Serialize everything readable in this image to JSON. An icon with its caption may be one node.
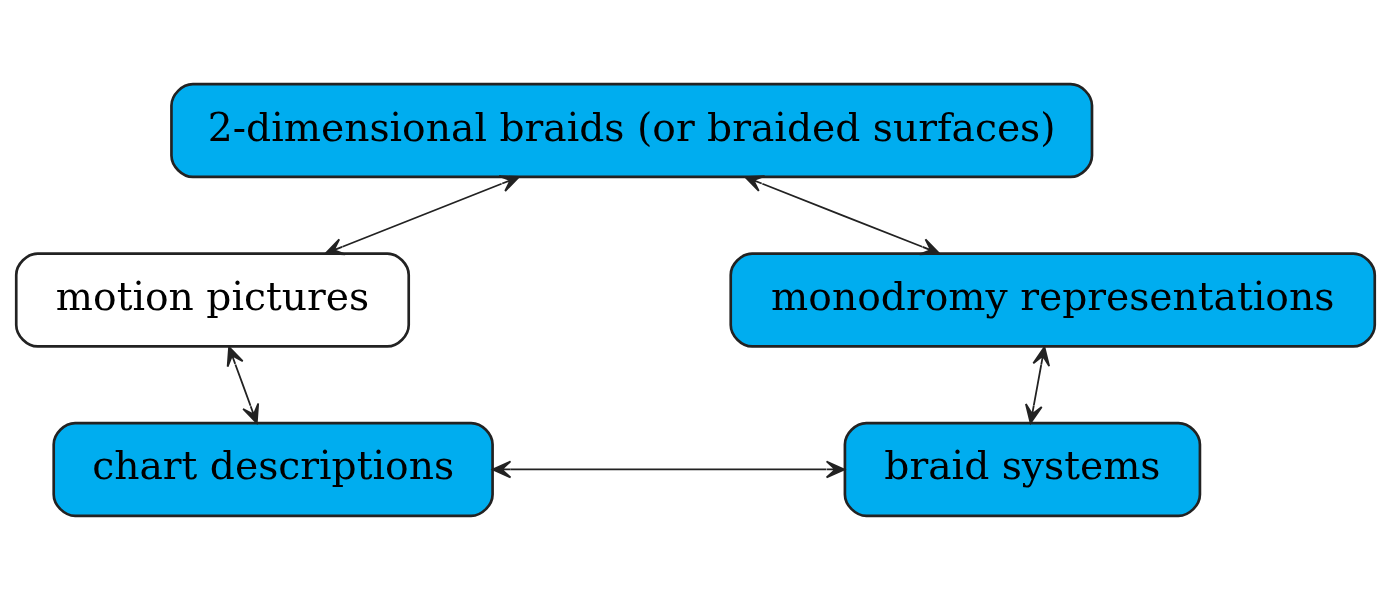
{
  "diagram": {
    "nodes": [
      {
        "text": [
          "2-dimensional braids (or braided surfaces)"
        ]
      },
      {
        "text": [
          "motion pictures"
        ]
      },
      {
        "text": [
          "monodromy representations"
        ]
      },
      {
        "text": [
          "chart descriptions"
        ]
      },
      {
        "text": [
          "braid systems"
        ]
      }
    ],
    "edges": [
      {
        "from": 0,
        "to": 1,
        "arrow": "both"
      },
      {
        "from": 0,
        "to": 2,
        "arrow": "both"
      },
      {
        "from": 1,
        "to": 3,
        "arrow": "both"
      },
      {
        "from": 3,
        "to": 4,
        "arrow": "both"
      },
      {
        "from": 4,
        "to": 2,
        "arrow": "both"
      }
    ]
  }
}
